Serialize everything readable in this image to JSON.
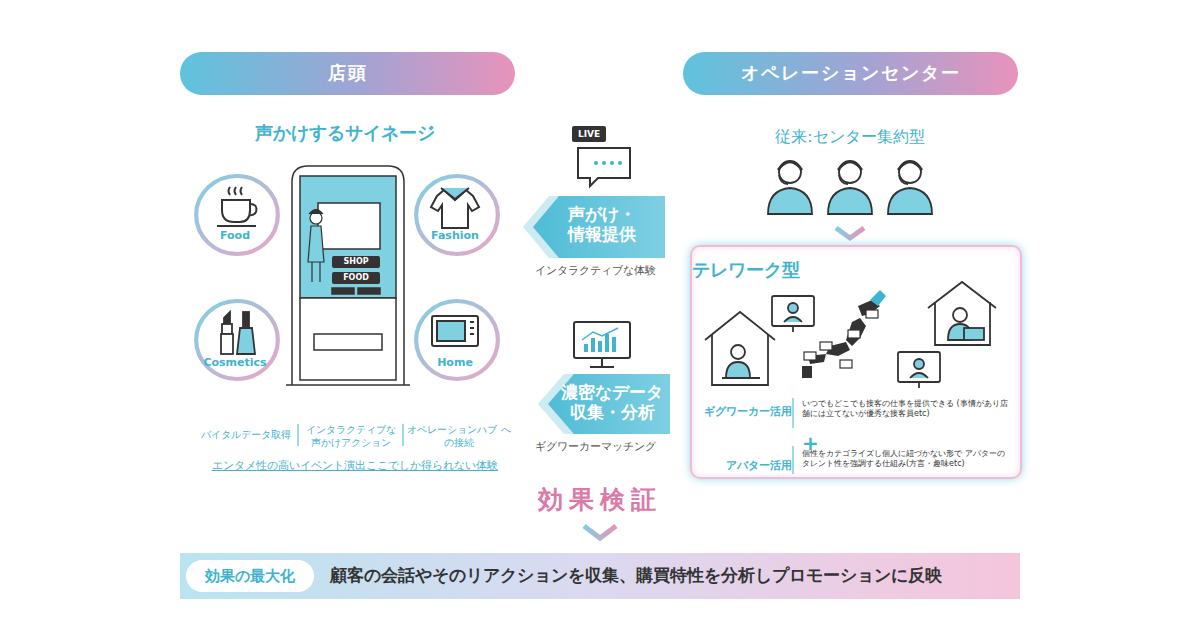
{
  "diagram": {
    "nodes": [
      {
        "text": [
          "店頭"
        ]
      },
      {
        "text": [
          "オペレーションセンター"
        ]
      },
      {
        "text": [
          "Food"
        ]
      },
      {
        "text": [
          "Fashion"
        ]
      },
      {
        "text": [
          "Cosmetics"
        ]
      },
      {
        "text": [
          "Home"
        ]
      },
      {
        "text": [
          "声がけ・情報提供"
        ]
      },
      {
        "text": [
          "濃密なデータ 収集・分析"
        ]
      },
      {
        "text": [
          "テレワーク型",
          "ギグワーカー活用",
          "いつでもどこでも接客の仕事を提供できる (事情があり店舗には立てないが優秀な接客員etc)",
          "+",
          "アバター活用",
          "個性をカテゴライズし個人に紐づかない形で アバターのタレント性を強調する仕組み(方言・趣味etc)"
        ]
      },
      {
        "text": [
          "顧客の会話やそのリアクションを収集、購買特性を分析しプロモーションに反映"
        ]
      },
      {
        "text": [
          "効果の最大化"
        ],
        "in": 9
      }
    ],
    "labels": [
      "声かけするサイネージ",
      "SHOP",
      "FOOD",
      "バイタルデータ取得",
      "インタラクティブな 声かけアクション",
      "オペレーションハブ への接続",
      "エンタメ性の高いイベント演出ここでしか得られない体験",
      "LIVE",
      "インタラクティブな体験",
      "ギグワーカーマッチング",
      "従来:センター集約型",
      "効果検証"
    ]
  }
}
